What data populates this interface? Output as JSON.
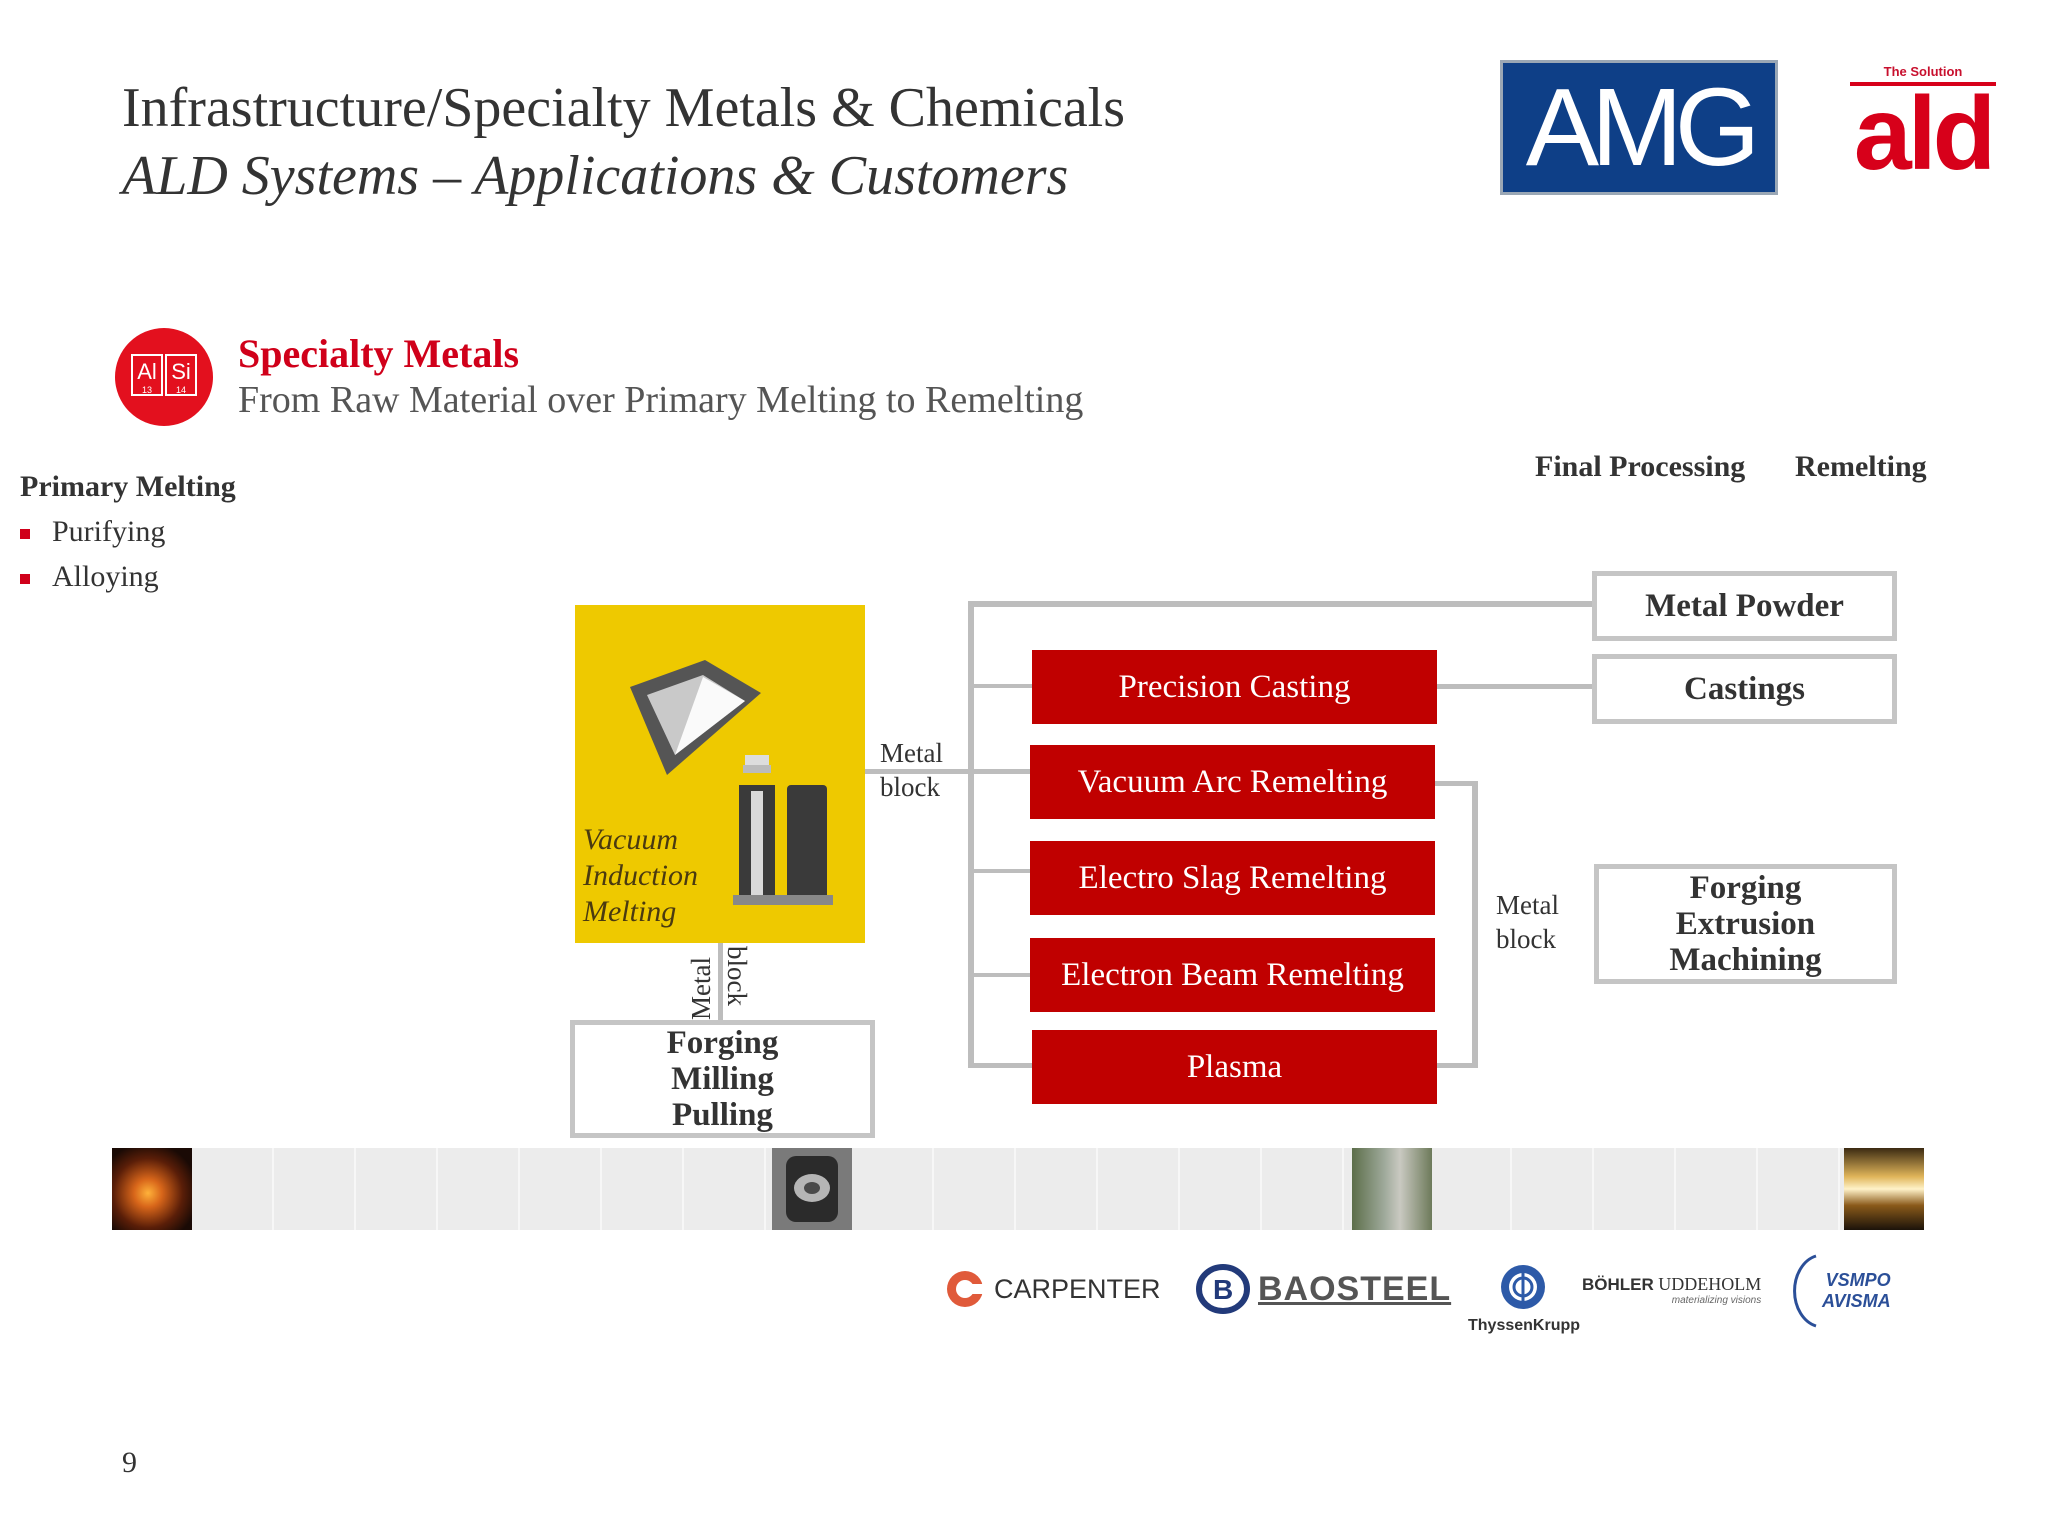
{
  "header": {
    "title": "Infrastructure/Specialty Metals & Chemicals",
    "subtitle": "ALD Systems – Applications & Customers"
  },
  "logos": {
    "amg": "AMG",
    "ald_tagline": "The Solution",
    "ald_word": "ald"
  },
  "section": {
    "badge": {
      "el1": "Al",
      "num1": "13",
      "el2": "Si",
      "num2": "14"
    },
    "title": "Specialty Metals",
    "subtitle": "From Raw Material over Primary Melting to Remelting"
  },
  "primary_melting": {
    "heading": "Primary Melting",
    "bullets": [
      "Purifying",
      "Alloying"
    ]
  },
  "column_headers": {
    "final_processing": "Final Processing",
    "remelting": "Remelting"
  },
  "diagram": {
    "vim_label": [
      "Vacuum",
      "Induction",
      "Melting"
    ],
    "metal_block_label": [
      "Metal",
      "block"
    ],
    "vertical_metal_block": [
      "Metal",
      "block"
    ],
    "forging_box": [
      "Forging",
      "Milling",
      "Pulling"
    ],
    "processes": [
      "Precision Casting",
      "Vacuum Arc Remelting",
      "Electro Slag Remelting",
      "Electron Beam Remelting",
      "Plasma"
    ],
    "right_metal_block_label": [
      "Metal",
      "block"
    ],
    "outputs": {
      "metal_powder": "Metal Powder",
      "castings": "Castings",
      "forging_box": [
        "Forging",
        "Extrusion",
        "Machining"
      ]
    }
  },
  "customers": [
    {
      "name": "CARPENTER"
    },
    {
      "name": "BAOSTEEL"
    },
    {
      "name": "ThyssenKrupp"
    },
    {
      "name": "BÖHLER",
      "name2": "UDDEHOLM",
      "tagline": "materializing visions"
    },
    {
      "name": "VSMPO",
      "name2": "AVISMA"
    }
  ],
  "page_number": "9",
  "colors": {
    "accent_red": "#c00000",
    "amg_blue": "#0e3f87",
    "vim_yellow": "#eec900",
    "connector_gray": "#bdbdbd"
  }
}
